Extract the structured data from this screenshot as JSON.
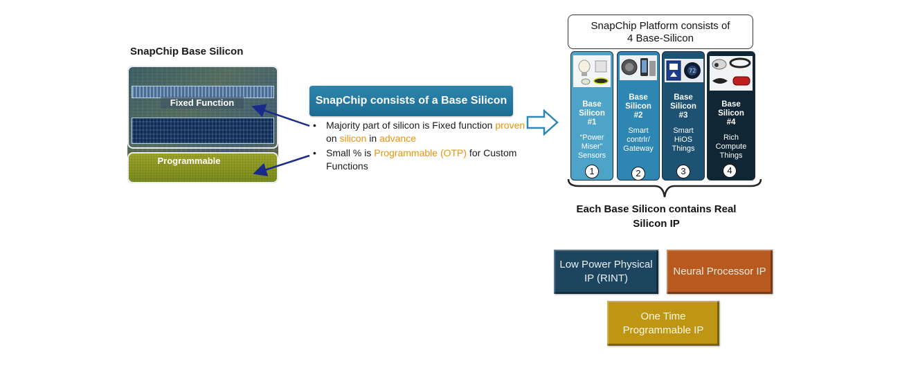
{
  "base_silicon": {
    "title": "SnapChip Base Silicon",
    "fixed_label": "Fixed Function",
    "programmable_label": "Programmable"
  },
  "snapchip": {
    "header": "SnapChip consists of a Base Silicon",
    "bullet1": {
      "t1": "Majority part of silicon is Fixed function ",
      "o1": "proven",
      "t2": " on ",
      "o2": "silicon",
      "t3": " in ",
      "o3": "advance"
    },
    "bullet2": {
      "t1": "Small % is ",
      "o1": "Programmable (OTP)",
      "t2": " for Custom Functions"
    }
  },
  "platform": {
    "title_line1": "SnapChip Platform consists of",
    "title_line2": "4 Base-Silicon",
    "columns": [
      {
        "head1": "Base",
        "head2": "Silicon",
        "head3": "#1",
        "sub1": "“Power",
        "sub2": "Miser”",
        "sub3": "Sensors",
        "number": "1"
      },
      {
        "head1": "Base",
        "head2": "Silicon",
        "head3": "#2",
        "sub1": "Smart",
        "sub2": "contrlr/",
        "sub3": "Gateway",
        "number": "2"
      },
      {
        "head1": "Base",
        "head2": "Silicon",
        "head3": "#3",
        "sub1": "Smart",
        "sub2": "HiOS",
        "sub3": "Things",
        "number": "3"
      },
      {
        "head1": "Base",
        "head2": "Silicon",
        "head3": "#4",
        "sub1": "Rich",
        "sub2": "Compute",
        "sub3": "Things",
        "number": "4"
      }
    ],
    "footer_line1": "Each Base Silicon contains Real",
    "footer_line2": "Silicon IP"
  },
  "ip_blocks": {
    "low_power": "Low Power Physical IP (RINT)",
    "neural": "Neural Processor IP",
    "otp": "One Time Programmable IP"
  },
  "colors": {
    "header_blue": "#1b6c93",
    "accent_orange": "#e8930c",
    "col1": "#4ea3c9",
    "col2": "#2e86b3",
    "col3": "#1d5272",
    "col4": "#112634",
    "ip_low": "#1e4560",
    "ip_neural": "#b85a1f",
    "ip_otp": "#bf9614"
  }
}
